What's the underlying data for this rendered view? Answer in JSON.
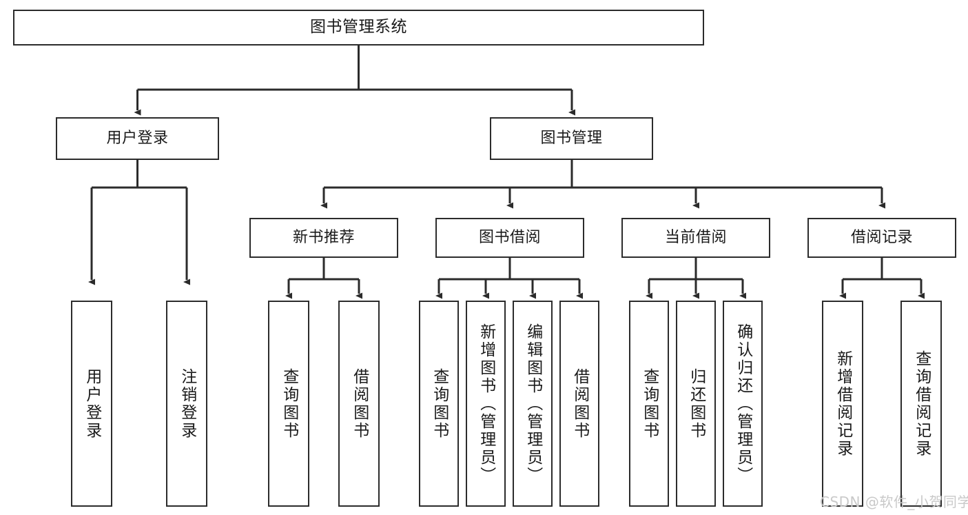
{
  "diagram": {
    "title": "图书管理系统",
    "type": "tree-hierarchy",
    "watermark": "CSDN @软件_小贺同学",
    "colors": {
      "node_border": "#2b2b2b",
      "node_fill": "#ffffff",
      "edge": "#2b2b2b",
      "text": "#1a1a1a",
      "watermark": "#c9c9c9",
      "background": "#ffffff"
    },
    "levels": {
      "root": {
        "label": "图书管理系统"
      },
      "level2": [
        {
          "id": "user-login",
          "label": "用户登录"
        },
        {
          "id": "book-management",
          "label": "图书管理"
        }
      ],
      "level3": [
        {
          "id": "new-book-recommend",
          "label": "新书推荐",
          "parent": "book-management"
        },
        {
          "id": "book-borrow",
          "label": "图书借阅",
          "parent": "book-management"
        },
        {
          "id": "current-borrow",
          "label": "当前借阅",
          "parent": "book-management"
        },
        {
          "id": "borrow-record",
          "label": "借阅记录",
          "parent": "book-management"
        }
      ],
      "leaves": [
        {
          "id": "leaf-user-login",
          "label": "用户登录",
          "parent": "user-login"
        },
        {
          "id": "leaf-logout-login",
          "label": "注销登录",
          "parent": "user-login"
        },
        {
          "id": "leaf-query-book-1",
          "label": "查询图书",
          "parent": "new-book-recommend"
        },
        {
          "id": "leaf-borrow-book-1",
          "label": "借阅图书",
          "parent": "new-book-recommend"
        },
        {
          "id": "leaf-query-book-2",
          "label": "查询图书",
          "parent": "book-borrow"
        },
        {
          "id": "leaf-add-book",
          "label": "新增图书（管理员）",
          "parent": "book-borrow"
        },
        {
          "id": "leaf-edit-book",
          "label": "编辑图书（管理员）",
          "parent": "book-borrow"
        },
        {
          "id": "leaf-borrow-book-2",
          "label": "借阅图书",
          "parent": "book-borrow"
        },
        {
          "id": "leaf-query-book-3",
          "label": "查询图书",
          "parent": "current-borrow"
        },
        {
          "id": "leaf-return-book",
          "label": "归还图书",
          "parent": "current-borrow"
        },
        {
          "id": "leaf-confirm-return",
          "label": "确认归还（管理员）",
          "parent": "current-borrow"
        },
        {
          "id": "leaf-add-record",
          "label": "新增借阅记录",
          "parent": "borrow-record"
        },
        {
          "id": "leaf-query-record",
          "label": "查询借阅记录",
          "parent": "borrow-record"
        }
      ]
    }
  }
}
